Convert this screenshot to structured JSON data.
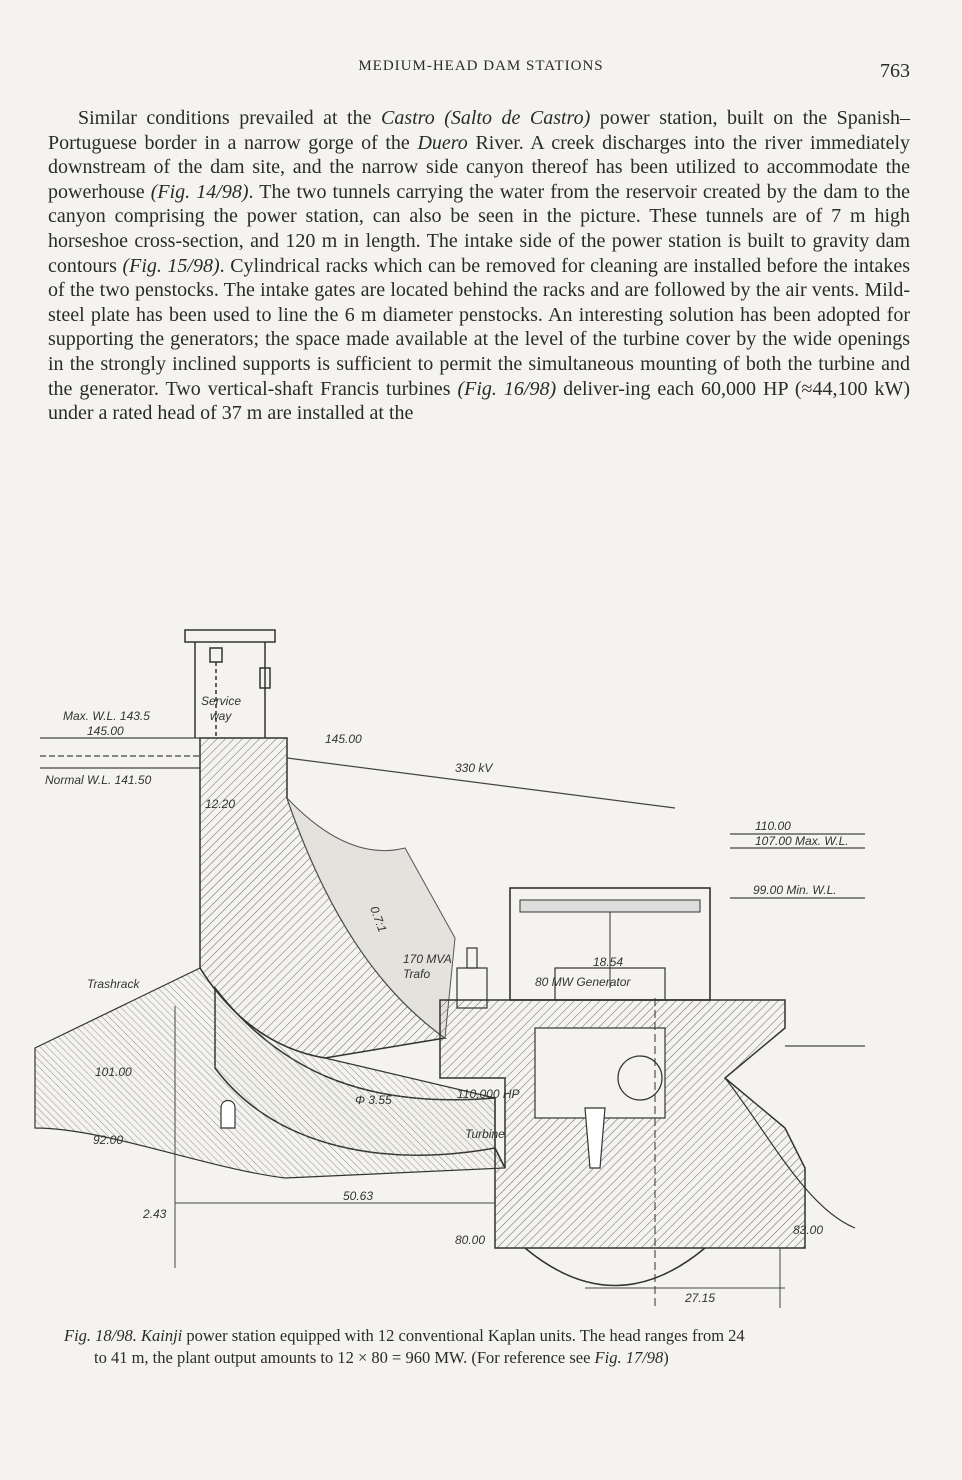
{
  "header": {
    "title": "MEDIUM-HEAD DAM STATIONS",
    "page_number": "763"
  },
  "body": {
    "s1": "Similar conditions prevailed at the ",
    "castro": "Castro (Salto de Castro)",
    "s2": " power station, built on the Spanish–Portuguese border in a narrow gorge of the ",
    "duero": "Duero",
    "s3": " River. A creek discharges into the river immediately downstream of the dam site, and the narrow side canyon thereof has been utilized to accommodate the powerhouse ",
    "fig14": "(Fig. 14/98)",
    "s4": ". The two tunnels carrying the water from the reservoir created by the dam to the canyon comprising the power station, can also be seen in the picture. These tunnels are of 7 m high horseshoe cross-section, and 120 m in length. The intake side of the power station is built to gravity dam contours ",
    "fig15": "(Fig. 15/98)",
    "s5": ". Cylindrical racks which can be removed for cleaning are installed before the intakes of the two penstocks. The intake gates are located behind the racks and are followed by the air vents. Mild-steel plate has been used to line the 6 m diameter penstocks. An interesting solution has been adopted for supporting the generators; the space made available at the level of the turbine cover by the wide openings in the strongly inclined supports is sufficient to permit the simultaneous mounting of both the turbine and the generator. Two vertical-shaft Francis turbines ",
    "fig16": "(Fig. 16/98)",
    "s6": " deliver-ing each 60,000 HP (≈44,100 kW) under a rated head of 37 m are installed at the"
  },
  "figure": {
    "labels": {
      "max_wl": "Max. W.L. 143.5",
      "lvl_145_left": "145.00",
      "normal_wl": "Normal W.L. 141.50",
      "service_way": "Service",
      "service_way2": "way",
      "lvl_145_top": "145.00",
      "kv": "330 kV",
      "dim_1220": "12.20",
      "slope": "0.7:1",
      "trafo1": "170 MVA",
      "trafo2": "Trafo",
      "dim_1854": "18.54",
      "generator": "80 MW Generator",
      "trashrack": "Trashrack",
      "lvl_11000": "110.00",
      "lvl_10700": "107.00 Max. W.L.",
      "lvl_10100": "101.00",
      "dia": "Φ 3.55",
      "hp": "110,000 HP",
      "lvl_9900": "99.00 Min. W.L.",
      "turbine": "Turbine",
      "lvl_9200": "92.00",
      "dim_5063": "50.63",
      "dim_243": "2.43",
      "lvl_8000": "80.00",
      "lvl_8300": "83.00",
      "dim_2715": "27.15"
    }
  },
  "caption": {
    "fig_id": "Fig. 18/98.",
    "name": "Kainji",
    "text1": " power station equipped with 12 conventional Kaplan units. The head ranges from 24",
    "text2": "to 41 m, the plant output amounts to 12 × 80 = 960 MW. (For reference see ",
    "ref": "Fig. 17/98",
    "text3": ")"
  }
}
